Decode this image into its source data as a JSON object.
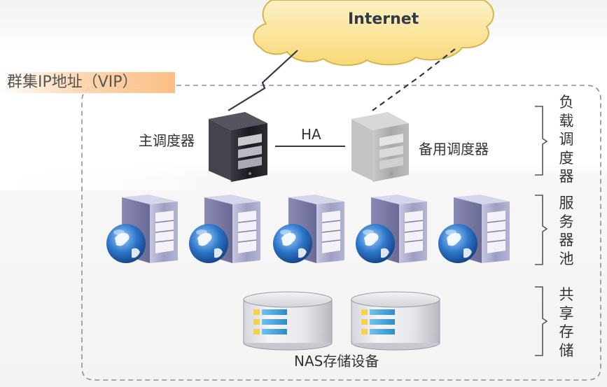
{
  "diagram": {
    "cloud_label": "Internet",
    "vip_label": "群集IP地址（VIP）",
    "primary_scheduler_label": "主调度器",
    "ha_label": "HA",
    "backup_scheduler_label": "备用调度器",
    "nas_label": "NAS存储设备",
    "side_labels": {
      "load_balancer": "负载调度器",
      "server_pool": "服务器池",
      "shared_storage": "共享存储"
    },
    "servers": [
      {
        "icon": "web-server-icon"
      },
      {
        "icon": "web-server-icon"
      },
      {
        "icon": "web-server-icon"
      },
      {
        "icon": "web-server-icon"
      },
      {
        "icon": "web-server-icon"
      }
    ],
    "storage_devices": [
      {
        "icon": "storage-disk-icon"
      },
      {
        "icon": "storage-disk-icon"
      }
    ],
    "colors": {
      "cloud_fill": "#fbe6a3",
      "cloud_stroke": "#e2c15e",
      "vip_highlight": "#fbbf85",
      "primary_server": "#2b2b33",
      "backup_server": "#b5b5b5",
      "pool_server": "#a8a8c8",
      "globe": "#2d74c8",
      "storage_panel": "#59aee0"
    }
  }
}
